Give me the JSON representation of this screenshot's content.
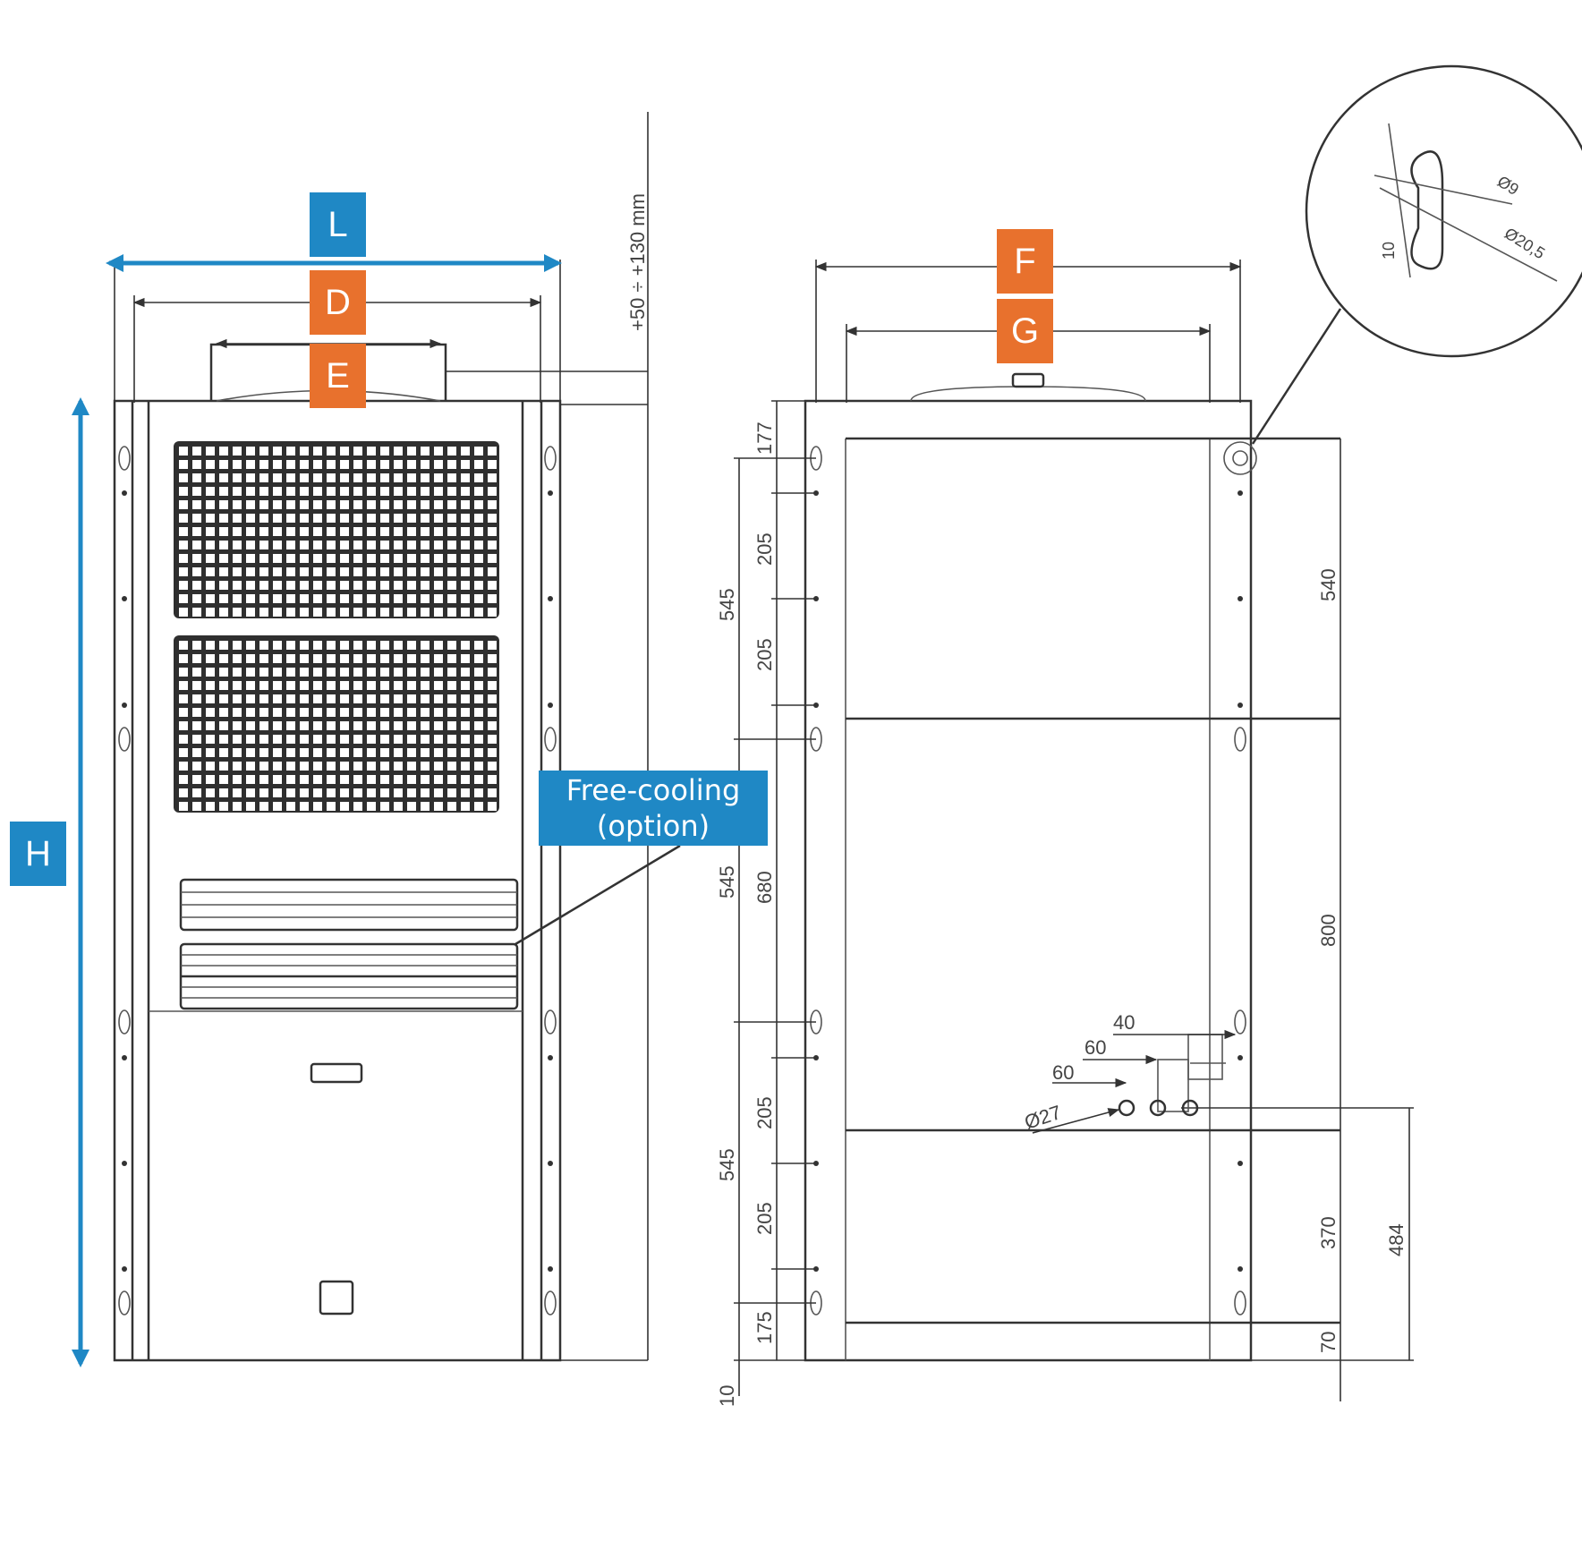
{
  "labels": {
    "L": "L",
    "D": "D",
    "E": "E",
    "F": "F",
    "G": "G",
    "H": "H"
  },
  "callout": {
    "line1": "Free-cooling",
    "line2": "(option)"
  },
  "dimensions": {
    "top_clearance": "+50 ÷ +130 mm",
    "slot_width": "Ø9",
    "slot_pitch": "Ø20,5",
    "slot_height": "10",
    "d177": "177",
    "d205a": "205",
    "d205b": "205",
    "d545a": "545",
    "d545b": "545",
    "d680": "680",
    "d545c": "545",
    "d205c": "205",
    "d205d": "205",
    "d175": "175",
    "d10": "10",
    "d540": "540",
    "d800": "800",
    "d370": "370",
    "d484": "484",
    "d70": "70",
    "d40": "40",
    "d60a": "60",
    "d60b": "60",
    "d127": "Ø27"
  },
  "colors": {
    "blue": "#1f88c5",
    "orange": "#e8712d",
    "line": "#333333"
  }
}
